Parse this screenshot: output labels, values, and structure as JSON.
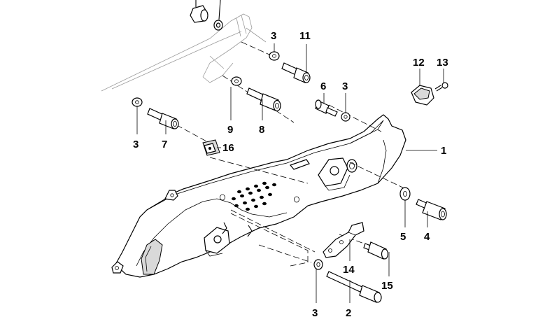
{
  "diagram": {
    "labels": {
      "l1": "1",
      "l2": "2",
      "l3a": "3",
      "l3b": "3",
      "l3c": "3",
      "l3d": "3",
      "l4": "4",
      "l5": "5",
      "l6": "6",
      "l7": "7",
      "l8": "8",
      "l9": "9",
      "l11": "11",
      "l12": "12",
      "l13": "13",
      "l14": "14",
      "l15": "15",
      "l16": "16"
    }
  }
}
